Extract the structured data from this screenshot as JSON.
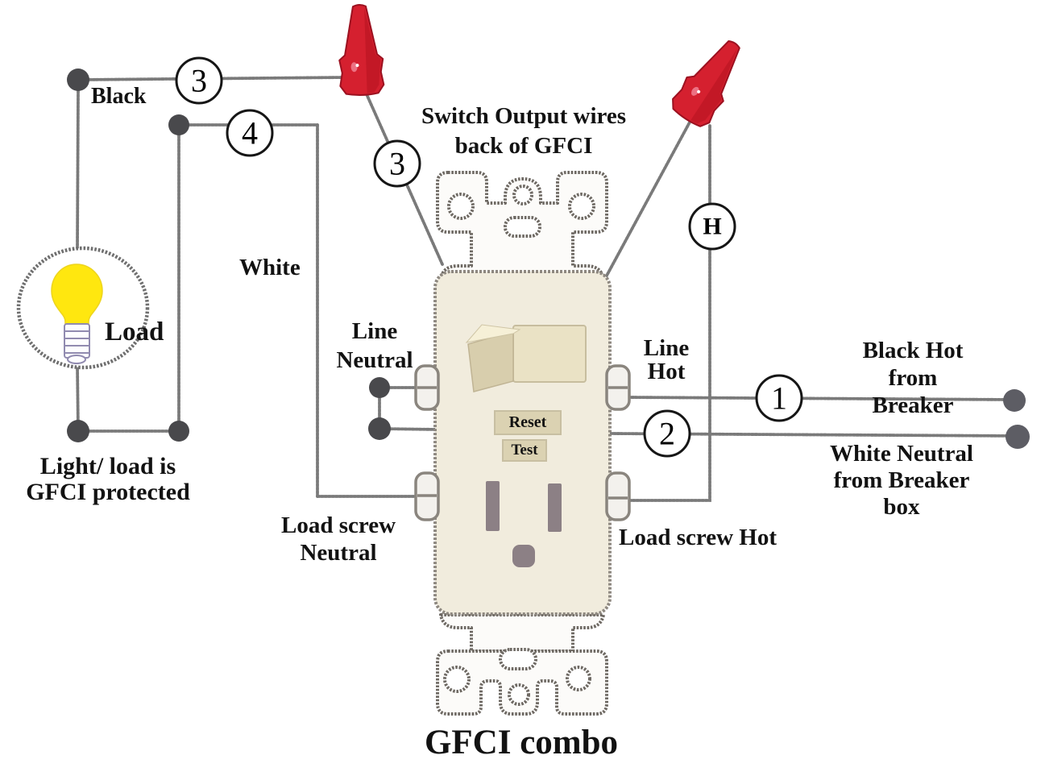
{
  "diagram": {
    "title": "GFCI combo",
    "labels": {
      "black": "Black",
      "white": "White",
      "load": "Load",
      "load_protected": "Light/ load is\nGFCI protected",
      "switch_output": "Switch Output wires\nback of GFCI",
      "line_neutral": "Line\nNeutral",
      "line_hot": "Line\nHot",
      "load_screw_neutral": "Load screw\nNeutral",
      "load_screw_hot": "Load screw Hot",
      "black_hot": "Black Hot\nfrom Breaker",
      "white_neutral": "White Neutral\nfrom Breaker box"
    },
    "markers": {
      "top_black": "3",
      "white_wire": "4",
      "switch_output_left": "3",
      "switch_output_hot": "H",
      "line_hot_wire": "1",
      "line_neutral_wire": "2"
    },
    "device": {
      "reset": "Reset",
      "test": "Test"
    },
    "colors": {
      "wire": "#7a7a7a",
      "junction_dot": "#49494c",
      "wire_nut_red": "#d5202f",
      "bulb_yellow": "#ffe70f",
      "device_body": "#f1ecdd",
      "slot_gray": "#8c8085",
      "button_beige": "#dbd2b2"
    }
  }
}
